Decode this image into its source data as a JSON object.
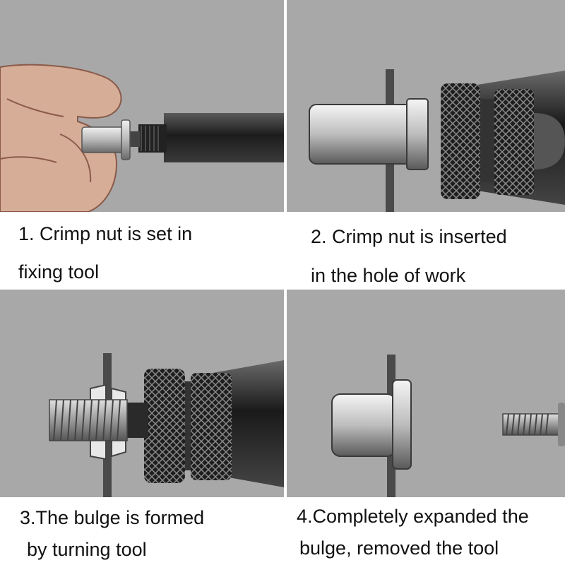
{
  "steps": [
    {
      "line1": "1. Crimp nut is set in",
      "line2": "fixing tool"
    },
    {
      "line1": "2. Crimp nut is inserted",
      "line2": "in the hole of work"
    },
    {
      "line1": "3.The bulge is formed",
      "line2": "by turning tool"
    },
    {
      "line1": "4.Completely expanded the",
      "line2": "bulge, removed the tool"
    }
  ],
  "colors": {
    "panel_bg": "#a8a8a8",
    "tool_dark": "#2a2a2a",
    "metal": "#c8c8c8",
    "hand_outline": "#8a5a4a"
  }
}
